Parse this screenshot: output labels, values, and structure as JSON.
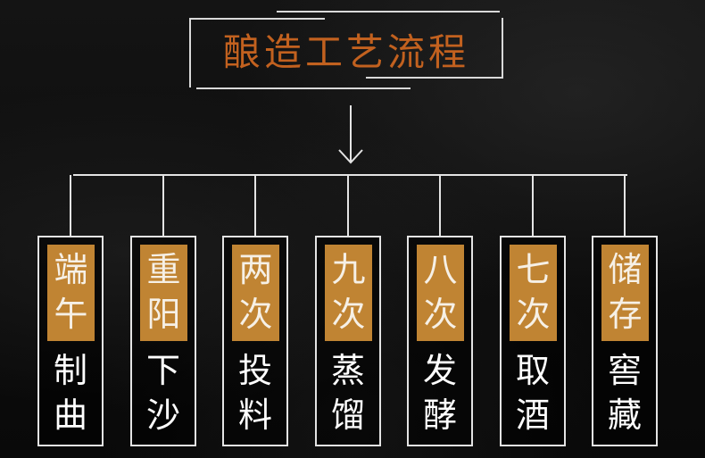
{
  "title": "酿造工艺流程",
  "steps": [
    {
      "label": "端午",
      "action": "制曲"
    },
    {
      "label": "重阳",
      "action": "下沙"
    },
    {
      "label": "两次",
      "action": "投料"
    },
    {
      "label": "九次",
      "action": "蒸馏"
    },
    {
      "label": "八次",
      "action": "发酵"
    },
    {
      "label": "七次",
      "action": "取酒"
    },
    {
      "label": "储存",
      "action": "窖藏"
    }
  ],
  "colors": {
    "title": "#c2611f",
    "label_bg": "#c08433",
    "line": "#e4e4e4",
    "background": "#0b0b0b"
  }
}
